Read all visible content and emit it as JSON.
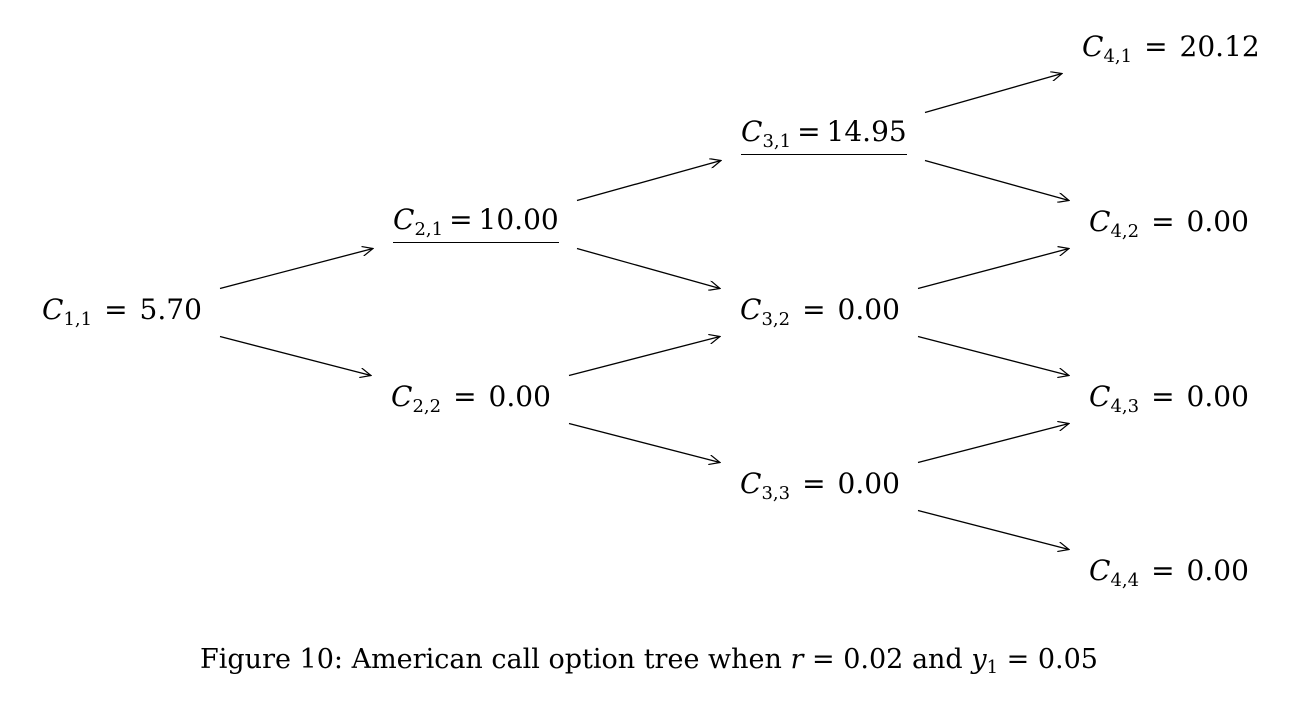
{
  "nodes": [
    {
      "id": "c11",
      "var": "C",
      "sub": "1,1",
      "value": "5.70"
    },
    {
      "id": "c21",
      "var": "C",
      "sub": "2,1",
      "value": "10.00",
      "exercised": true
    },
    {
      "id": "c22",
      "var": "C",
      "sub": "2,2",
      "value": "0.00"
    },
    {
      "id": "c31",
      "var": "C",
      "sub": "3,1",
      "value": "14.95",
      "exercised": true
    },
    {
      "id": "c32",
      "var": "C",
      "sub": "3,2",
      "value": "0.00"
    },
    {
      "id": "c33",
      "var": "C",
      "sub": "3,3",
      "value": "0.00"
    },
    {
      "id": "c41",
      "var": "C",
      "sub": "4,1",
      "value": "20.12"
    },
    {
      "id": "c42",
      "var": "C",
      "sub": "4,2",
      "value": "0.00"
    },
    {
      "id": "c43",
      "var": "C",
      "sub": "4,3",
      "value": "0.00"
    },
    {
      "id": "c44",
      "var": "C",
      "sub": "4,4",
      "value": "0.00"
    }
  ],
  "edges": [
    [
      "c11",
      "c21"
    ],
    [
      "c11",
      "c22"
    ],
    [
      "c21",
      "c31"
    ],
    [
      "c21",
      "c32"
    ],
    [
      "c22",
      "c32"
    ],
    [
      "c22",
      "c33"
    ],
    [
      "c31",
      "c41"
    ],
    [
      "c31",
      "c42"
    ],
    [
      "c32",
      "c42"
    ],
    [
      "c32",
      "c43"
    ],
    [
      "c33",
      "c43"
    ],
    [
      "c33",
      "c44"
    ]
  ],
  "caption": {
    "prefix": "Figure 10: American call option tree when",
    "r_var": "r",
    "r_value": "0.02",
    "and": "and",
    "y_var": "y",
    "y_sub": "1",
    "y_value": "0.05",
    "eq": "="
  }
}
